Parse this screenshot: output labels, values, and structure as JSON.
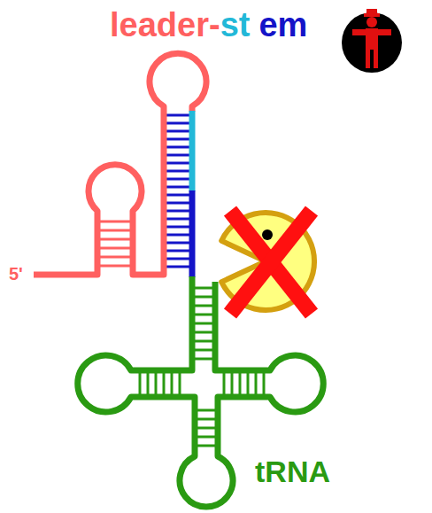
{
  "diagram": {
    "labels": [
      "leader-",
      "st",
      "em",
      "5'",
      "tRNA"
    ]
  }
}
